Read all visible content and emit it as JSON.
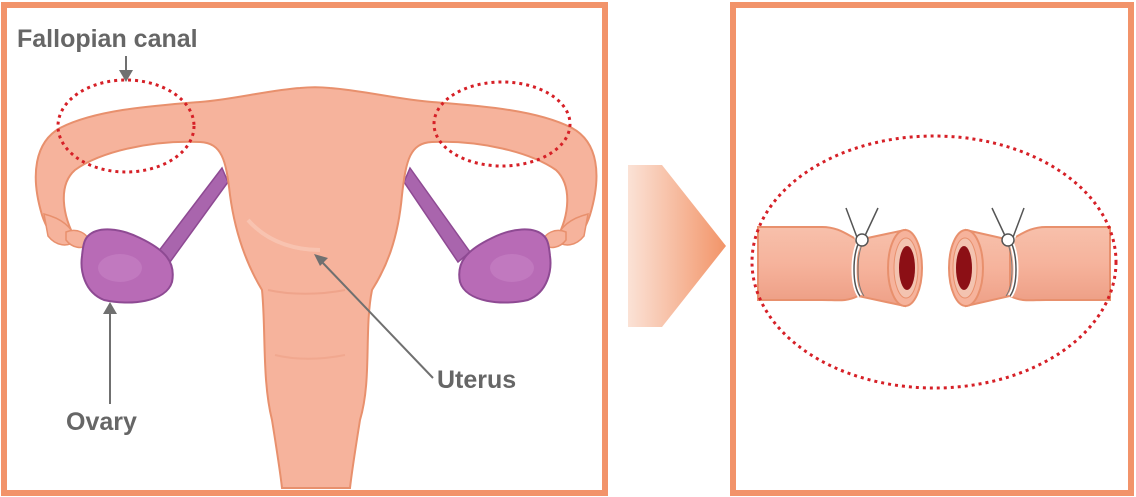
{
  "labels": {
    "fallopian": "Fallopian canal",
    "uterus": "Uterus",
    "ovary": "Ovary"
  },
  "colors": {
    "frame": "#f2936a",
    "tissue": "#f6b39c",
    "tissue_stroke": "#e8906d",
    "ovary": "#b86bb6",
    "ovary_stroke": "#8e4a93",
    "ligament": "#a965ad",
    "lumen": "#8c0f15",
    "dotted": "#d62027",
    "label_text": "#666666",
    "arrow": "#707070"
  },
  "icons": {
    "flow_arrow": "right-arrow-icon",
    "tie": "suture-tie-icon"
  }
}
